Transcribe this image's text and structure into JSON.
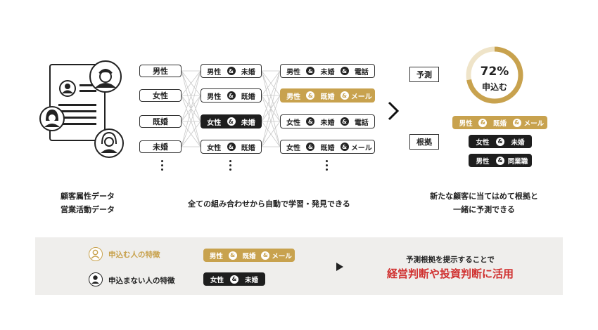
{
  "column1": [
    "男性",
    "女性",
    "既婚",
    "未婚"
  ],
  "column2": [
    {
      "items": [
        "男性",
        "未婚"
      ],
      "style": "plain"
    },
    {
      "items": [
        "男性",
        "既婚"
      ],
      "style": "plain"
    },
    {
      "items": [
        "女性",
        "未婚"
      ],
      "style": "dark"
    },
    {
      "items": [
        "女性",
        "既婚"
      ],
      "style": "plain"
    }
  ],
  "column3": [
    {
      "items": [
        "男性",
        "未婚",
        "電話"
      ],
      "style": "plain"
    },
    {
      "items": [
        "男性",
        "既婚",
        "メール"
      ],
      "style": "gold"
    },
    {
      "items": [
        "女性",
        "未婚",
        "電話"
      ],
      "style": "plain"
    },
    {
      "items": [
        "女性",
        "既婚",
        "メール"
      ],
      "style": "plain"
    }
  ],
  "amp": "&",
  "captions": {
    "left_line1": "顧客属性データ",
    "left_line2": "営業活動データ",
    "middle": "全ての組み合わせから自動で学習・発見できる",
    "right_line1": "新たな顧客に当てはめて根拠と",
    "right_line2": "一緒に予測できる"
  },
  "prediction": {
    "label": "予測",
    "percent": "72%",
    "percent_value": 0.72,
    "result": "申込む",
    "basis_label": "根拠",
    "basis_pills": [
      {
        "items": [
          "男性",
          "既婚",
          "メール"
        ],
        "style": "gold"
      },
      {
        "items": [
          "女性",
          "未婚"
        ],
        "style": "dark"
      },
      {
        "items": [
          "男性",
          "同業職"
        ],
        "style": "dark"
      }
    ]
  },
  "legend": {
    "apply_label": "申込む人の特徴",
    "apply_pill": [
      "男性",
      "既婚",
      "メール"
    ],
    "not_apply_label": "申込まない人の特徴",
    "not_apply_pill": [
      "女性",
      "未婚"
    ],
    "message_line1": "予測根拠を提示することで",
    "message_line2": "経営判断や投資判断に活用"
  },
  "colors": {
    "gold": "#c8a24e",
    "dark": "#1e1e1e",
    "accent_red": "#d0302f",
    "band": "#efeeec"
  }
}
